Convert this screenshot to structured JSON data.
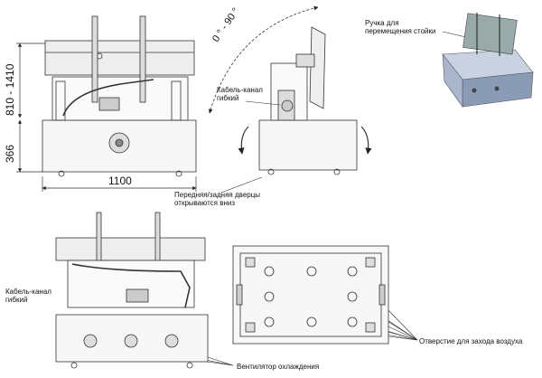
{
  "labels": {
    "handle_line1": "Ручка для",
    "handle_line2": "перемещения стойки",
    "cable_top_line1": "Кабель-канал",
    "cable_top_line2": "гибкий",
    "cable_bottom_line1": "Кабель-канал",
    "cable_bottom_line2": "гибкий",
    "doors_line1": "Передняя/задняя дверцы",
    "doors_line2": "открываются вниз",
    "vent_holes": "Отверстие для захода воздуха",
    "fan": "Вентилятор охлаждения"
  },
  "dimensions": {
    "width": "1100",
    "height_range": "810 - 1410",
    "base_height": "366",
    "tilt_angle": "0 ° - 90 °"
  },
  "colors": {
    "line": "#333333",
    "panel": "#f2f2f2",
    "render_body": "#8a9bb6"
  }
}
